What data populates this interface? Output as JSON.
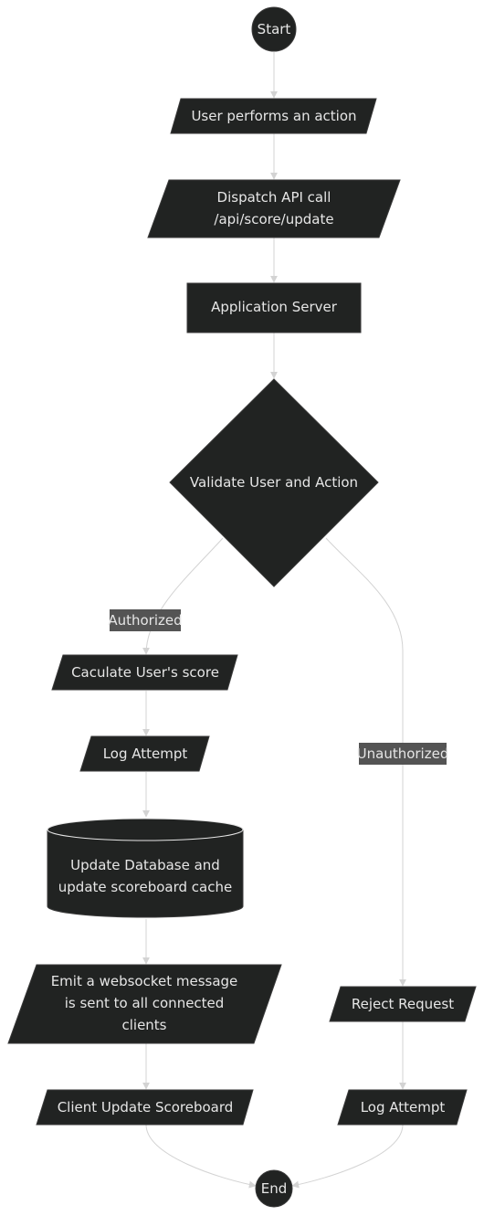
{
  "colors": {
    "node_fill": "#212322",
    "node_stroke": "#3a3a3a",
    "edge": "#d3d3d3",
    "text": "#e6e6e6",
    "label_bg": "#545454"
  },
  "nodes": {
    "start": "Start",
    "user_action": "User performs an action",
    "dispatch_line1": "Dispatch API call",
    "dispatch_line2": "/api/score/update",
    "app_server": "Application Server",
    "validate": "Validate User and Action",
    "calculate": "Caculate User's score",
    "log_left": "Log Attempt",
    "db_line1": "Update Database and",
    "db_line2": "update scoreboard cache",
    "emit_line1": "Emit a websocket message",
    "emit_line2": "is sent to all connected",
    "emit_line3": "clients",
    "client_update": "Client Update Scoreboard",
    "reject": "Reject Request",
    "log_right": "Log Attempt",
    "end": "End"
  },
  "edge_labels": {
    "authorized": "Authorized",
    "unauthorized": "Unauthorized"
  }
}
